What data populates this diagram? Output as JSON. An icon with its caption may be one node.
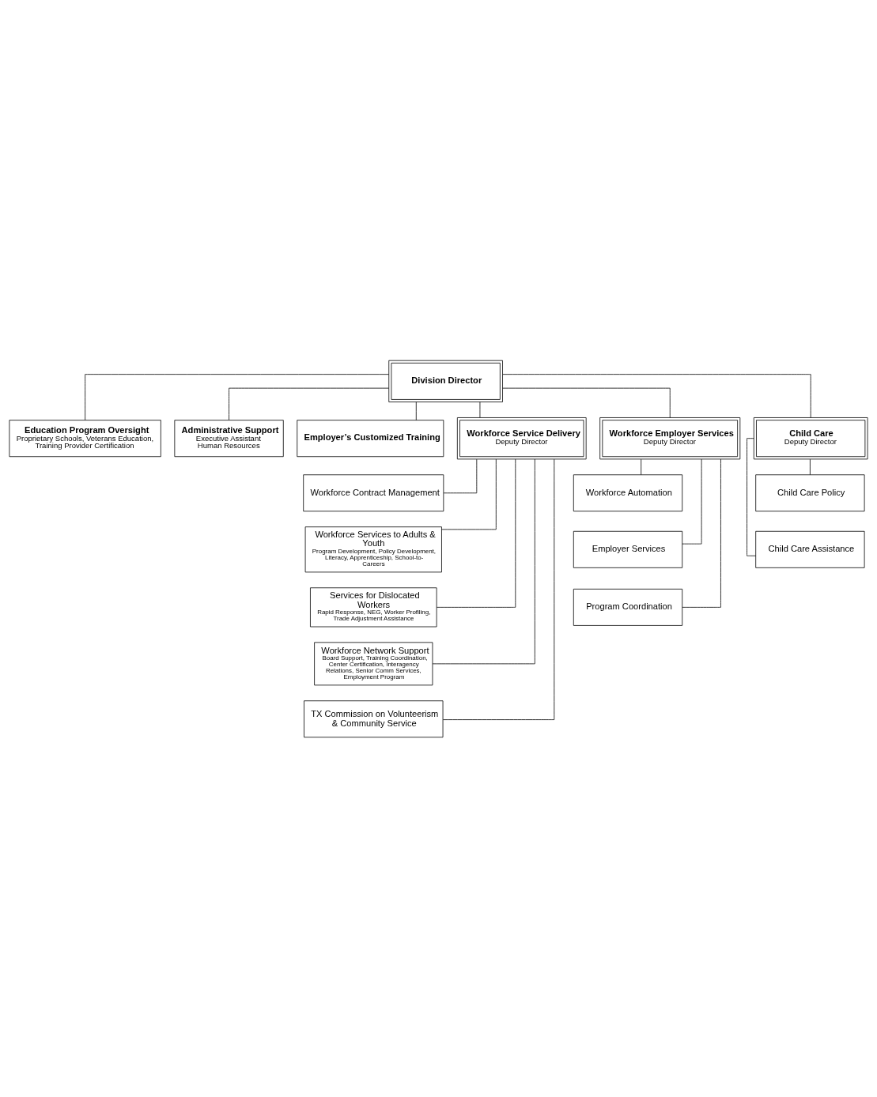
{
  "diagram": {
    "nodes": [
      {
        "text": [
          "Division Director"
        ]
      },
      {
        "text": [
          "Education Program Oversight",
          "Proprietary Schools, Veterans Education, Training Provider Certification"
        ]
      },
      {
        "text": [
          "Administrative Support",
          "Executive Assistant",
          "Human Resources"
        ]
      },
      {
        "text": [
          "Employer’s Customized Training"
        ]
      },
      {
        "text": [
          "Workforce Service Delivery",
          "Deputy Director"
        ]
      },
      {
        "text": [
          "Workforce Employer Services",
          "Deputy Director"
        ]
      },
      {
        "text": [
          "Child Care",
          "Deputy Director"
        ]
      },
      {
        "text": [
          "Workforce Contract Management"
        ]
      },
      {
        "text": [
          "Workforce Services to Adults & Youth",
          "Program Development, Policy Development, Literacy, Apprenticeship, School-to-Careers"
        ]
      },
      {
        "text": [
          "Services for Dislocated Workers",
          "Rapid Response, NEG, Worker Profiling, Trade Adjustment Assistance"
        ]
      },
      {
        "text": [
          "Workforce Network Support",
          "Board Support, Training Coordination, Center Certification, Interagency Relations, Senior Comm Services, Employment Program"
        ]
      },
      {
        "text": [
          "TX Commission on Volunteerism & Community Service"
        ]
      },
      {
        "text": [
          "Workforce Automation"
        ]
      },
      {
        "text": [
          "Employer Services"
        ]
      },
      {
        "text": [
          "Program Coordination"
        ]
      },
      {
        "text": [
          "Child Care Policy"
        ]
      },
      {
        "text": [
          "Child Care Assistance"
        ]
      }
    ],
    "edges": [
      {
        "from": 0,
        "to": 1,
        "arrow": "none"
      },
      {
        "from": 0,
        "to": 2,
        "arrow": "none"
      },
      {
        "from": 0,
        "to": 3,
        "arrow": "none"
      },
      {
        "from": 0,
        "to": 4,
        "arrow": "none"
      },
      {
        "from": 0,
        "to": 5,
        "arrow": "none"
      },
      {
        "from": 0,
        "to": 6,
        "arrow": "none"
      },
      {
        "from": 4,
        "to": 7,
        "arrow": "none"
      },
      {
        "from": 4,
        "to": 8,
        "arrow": "none"
      },
      {
        "from": 4,
        "to": 9,
        "arrow": "none"
      },
      {
        "from": 4,
        "to": 10,
        "arrow": "none"
      },
      {
        "from": 4,
        "to": 11,
        "arrow": "none"
      },
      {
        "from": 5,
        "to": 12,
        "arrow": "none"
      },
      {
        "from": 5,
        "to": 13,
        "arrow": "none"
      },
      {
        "from": 5,
        "to": 14,
        "arrow": "none"
      },
      {
        "from": 6,
        "to": 15,
        "arrow": "none"
      },
      {
        "from": 6,
        "to": 16,
        "arrow": "none"
      }
    ]
  }
}
